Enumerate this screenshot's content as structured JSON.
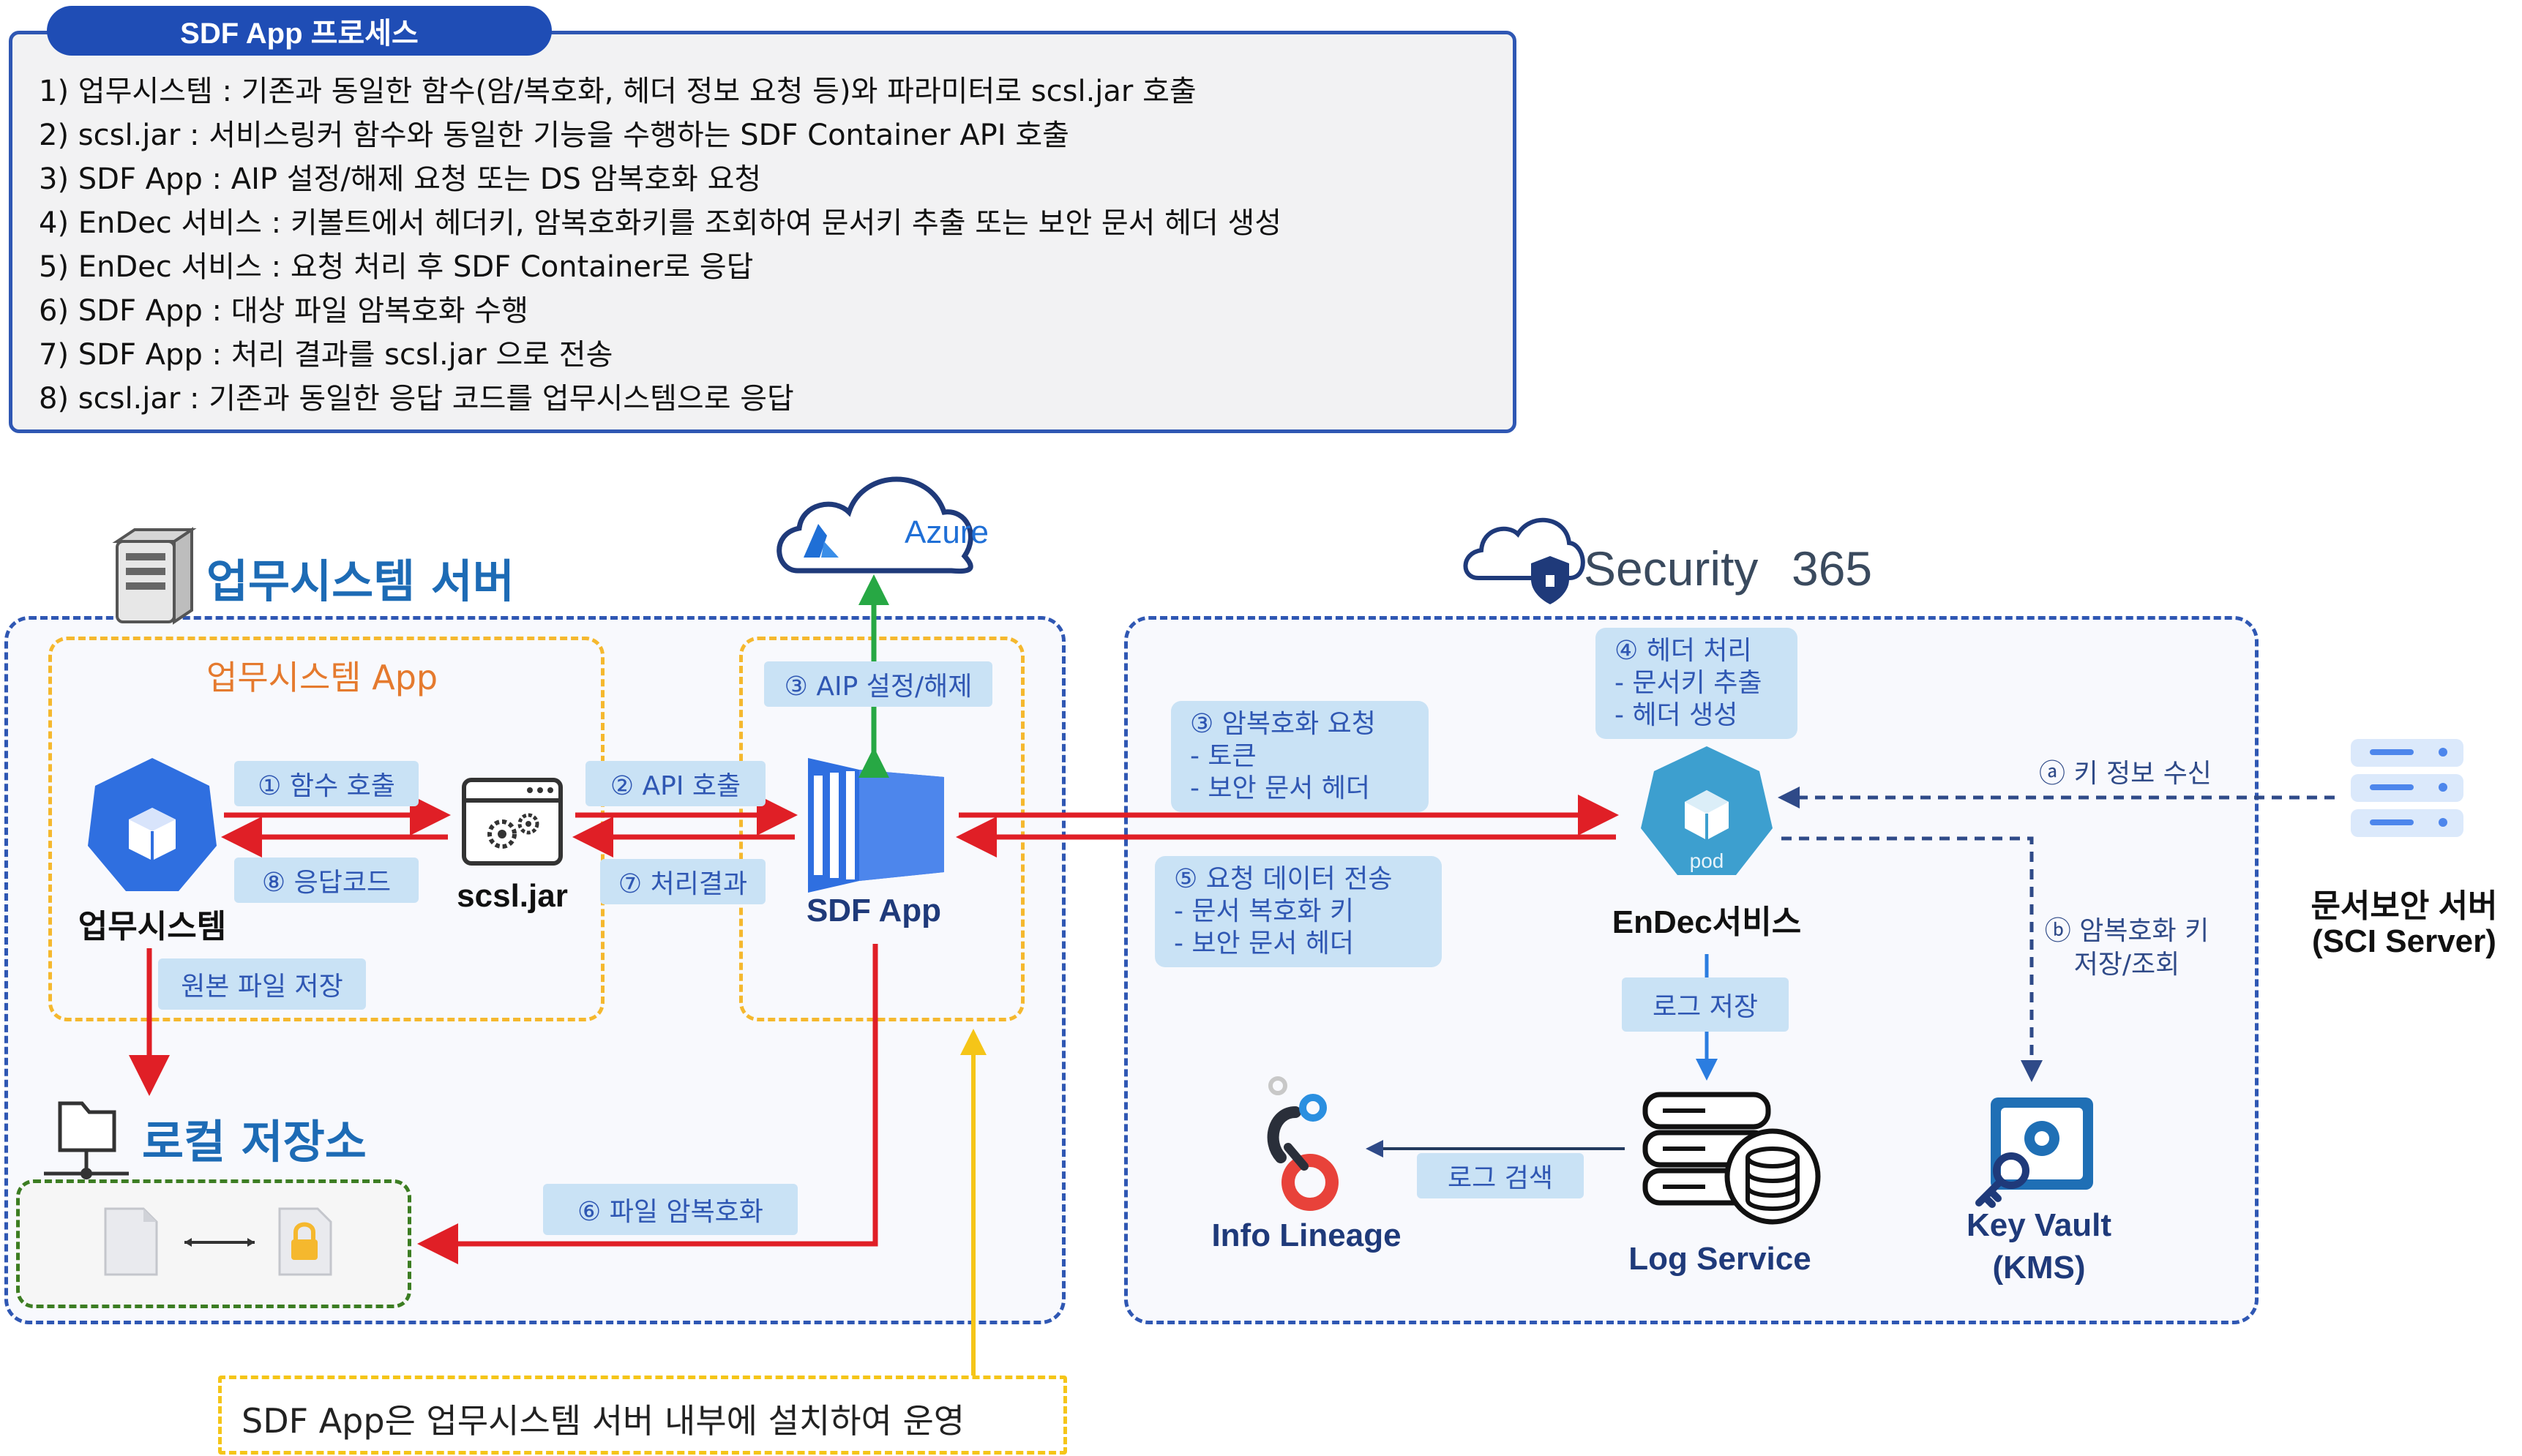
{
  "process": {
    "title": "SDF App 프로세스",
    "steps": [
      "1) 업무시스템 : 기존과 동일한 함수(암/복호화, 헤더 정보 요청 등)와 파라미터로 scsl.jar 호출",
      "2) scsl.jar : 서비스링커 함수와 동일한 기능을 수행하는 SDF Container API 호출",
      "3) SDF App : AIP 설정/해제 요청 또는 DS 암복호화 요청",
      "4) EnDec 서비스 : 키볼트에서 헤더키, 암복호화키를 조회하여 문서키 추출 또는 보안 문서 헤더 생성",
      "5) EnDec 서비스 : 요청 처리 후 SDF Container로 응답",
      "6) SDF App : 대상 파일 암복호화 수행",
      "7) SDF App : 처리 결과를 scsl.jar 으로 전송",
      "8) scsl.jar : 기존과 동일한 응답 코드를 업무시스템으로 응답"
    ]
  },
  "server": {
    "title": "업무시스템 서버",
    "app_title": "업무시스템 App"
  },
  "azure": {
    "label": "Azure"
  },
  "security365": {
    "label": "Security",
    "label_num": "365"
  },
  "nodes": {
    "biz_system": "업무시스템",
    "scsl_jar": "scsl.jar",
    "sdf_app": "SDF App",
    "endec": "EnDec서비스",
    "pod": "pod",
    "doc_server": "문서보안 서버",
    "doc_server_sub": "(SCI Server)",
    "info_lineage": "Info Lineage",
    "log_service": "Log Service",
    "key_vault": "Key Vault",
    "key_vault_sub": "(KMS)",
    "local_storage": "로컬 저장소"
  },
  "labels": {
    "func_call": "① 함수 호출",
    "resp_code": "⑧ 응답코드",
    "api_call": "② API 호출",
    "result": "⑦ 처리결과",
    "aip": "③  AIP 설정/해제",
    "orig_save": "원본 파일 저장",
    "file_crypto": "⑥ 파일 암복호화",
    "enc_req": [
      "③ 암복호화 요청",
      " - 토큰",
      " - 보안 문서 헤더"
    ],
    "resp_data": [
      "⑤ 요청 데이터 전송",
      " - 문서 복호화 키",
      " - 보안 문서 헤더"
    ],
    "header_proc": [
      "④ 헤더 처리",
      " - 문서키 추출",
      " - 헤더 생성"
    ],
    "key_recv": "ⓐ 키 정보 수신",
    "key_store": [
      "ⓑ 암복호화 키",
      "저장/조회"
    ],
    "log_save": "로그 저장",
    "log_search": "로그 검색"
  },
  "note": "SDF App은 업무시스템 서버 내부에 설치하여 운영",
  "colors": {
    "blue_dash": "#2f57b3",
    "red_arrow": "#e01f26",
    "green_arrow": "#27a844",
    "label_bg": "#c9e2f5",
    "hex_blue": "#2f6fe0",
    "hex_teal": "#3d9fcf"
  }
}
